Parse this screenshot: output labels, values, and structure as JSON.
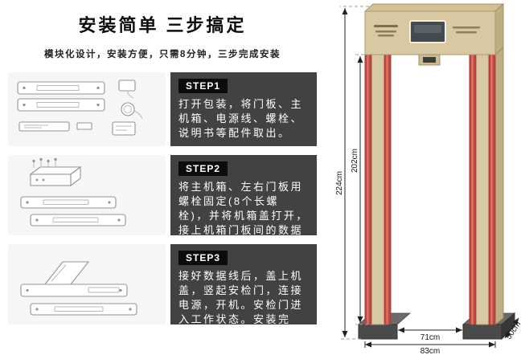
{
  "header": {
    "title": "安装简单 三步搞定",
    "subtitle": "模块化设计，安装方便，只需8分钟，三步完成安装"
  },
  "steps": [
    {
      "label": "STEP1",
      "text": "打开包装，将门板、主机箱、电源线、螺栓、说明书等配件取出。"
    },
    {
      "label": "STEP2",
      "text": "将主机箱、左右门板用螺栓固定(8个长螺栓)，并将机箱盖打开，接上机箱门板间的数据线。"
    },
    {
      "label": "STEP3",
      "text": "接好数据线后，盖上机盖，竖起安检门，连接电源，开机。安检门进入工作状态。安装完成。"
    }
  ],
  "diagram": {
    "dim_outer_height": "224cm",
    "dim_inner_height": "202cm",
    "dim_depth": "50cm",
    "dim_inner_width": "71cm",
    "dim_outer_width": "83cm",
    "colors": {
      "frame_beige": "#d8c9a2",
      "frame_side": "#bfae82",
      "led_strip_red": "#c24840",
      "base_gray": "#4a4a4a",
      "step_box": "#424242"
    }
  }
}
